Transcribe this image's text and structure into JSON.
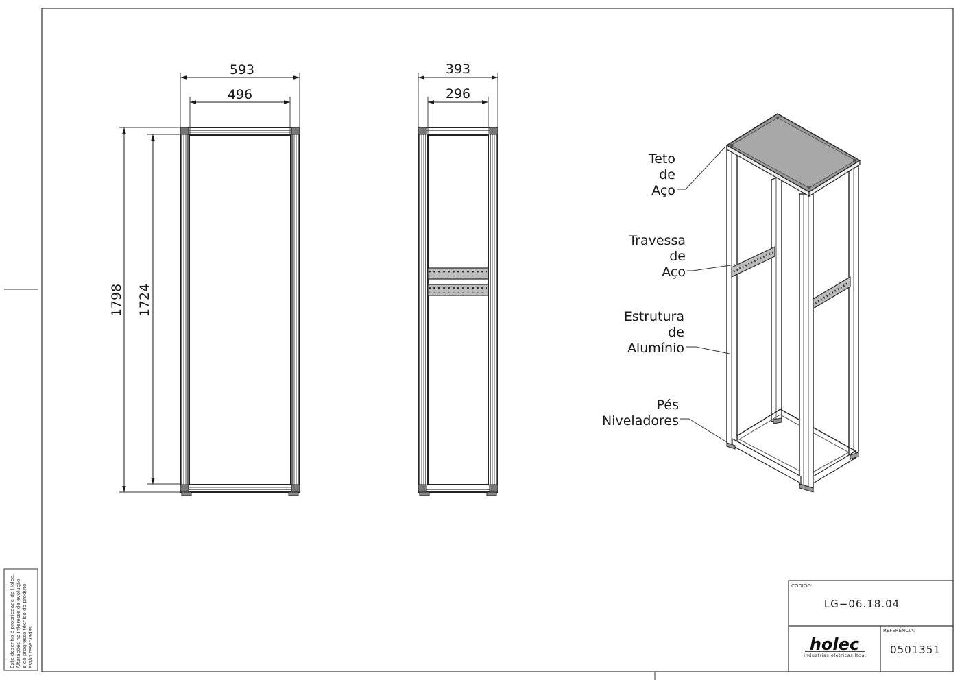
{
  "front_view": {
    "dim_outer_width": "593",
    "dim_inner_width": "496",
    "dim_outer_height": "1798",
    "dim_inner_height": "1724"
  },
  "side_view": {
    "dim_outer_width": "393",
    "dim_inner_width": "296"
  },
  "callouts": {
    "roof": [
      "Teto",
      "de",
      "Aço"
    ],
    "crossbar": [
      "Travessa",
      "de",
      "Aço"
    ],
    "structure": [
      "Estrutura",
      "de",
      "Alumínio"
    ],
    "feet": [
      "Pés",
      "Niveladores"
    ]
  },
  "title_block": {
    "code_label": "CÓDIGO:",
    "code_value": "LG−06.18.04",
    "ref_label": "REFERÊNCIA:",
    "ref_value": "0501351",
    "logo_text": "holec",
    "logo_subtitle": "industrias eletricas ltda."
  },
  "side_note": {
    "lines": [
      "Este desenho é propriedade da Holec.",
      "Alterações no interesse de evolução",
      "e do progresso técnico do produto",
      "estão reservadas."
    ]
  }
}
